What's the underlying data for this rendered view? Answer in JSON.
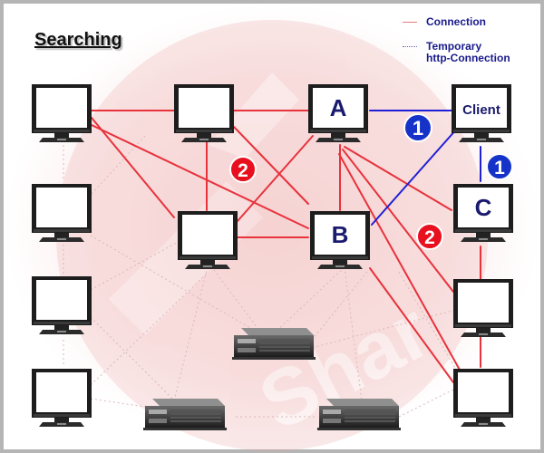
{
  "title": "Searching",
  "legend": {
    "connection": "Connection",
    "temporary_line1": "Temporary",
    "temporary_line2": "http-Connection"
  },
  "watermark_text": "Shar",
  "nodes": {
    "a": "A",
    "b": "B",
    "c": "C",
    "client": "Client"
  },
  "steps": {
    "one": "1",
    "two": "2"
  },
  "colors": {
    "connection": "#e8323c",
    "http_connection": "#1f1fd6",
    "step1_badge": "#1533c8",
    "step2_badge": "#e8101e",
    "node_label": "#1a1a6e",
    "frame": "#b5b5b5"
  }
}
